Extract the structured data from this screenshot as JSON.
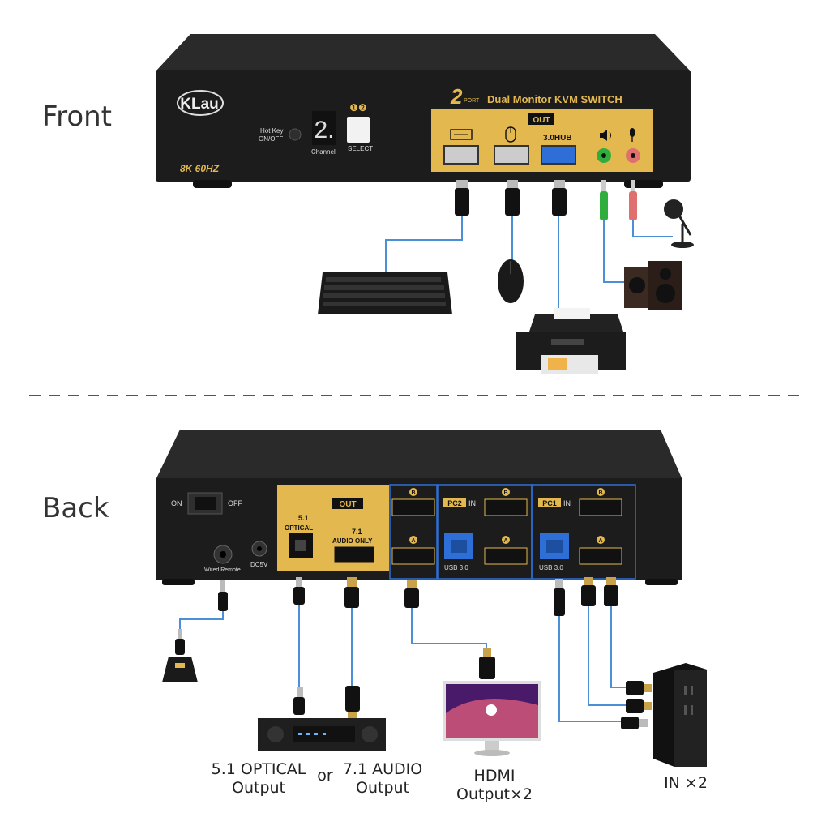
{
  "labels": {
    "front": "Front",
    "back": "Back"
  },
  "front_panel": {
    "brand": "KLau",
    "resolution": "8K 60HZ",
    "hotkey_line1": "Hot Key",
    "hotkey_line2": "ON/OFF",
    "channel_display": "2.",
    "channel_label": "Channel",
    "select_label": "SELECT",
    "select_numbers": "❶❷",
    "product_port_num": "2",
    "product_port": "PORT",
    "product_title": "Dual Monitor KVM SWITCH",
    "out_badge": "OUT",
    "hub_label": "3.0HUB"
  },
  "back_panel": {
    "power_on": "ON",
    "power_off": "OFF",
    "wired_remote": "Wired Remote",
    "dc": "DC5V",
    "out_badge": "OUT",
    "optical_num": "5.1",
    "optical_label": "OPTICAL",
    "audio_num": "7.1",
    "audio_label": "AUDIO ONLY",
    "pc2_badge": "PC2",
    "pc1_badge": "PC1",
    "in_label": "IN",
    "usb_label": "USB 3.0",
    "port_b": "B",
    "port_a": "A"
  },
  "captions": {
    "optical_line1": "5.1 OPTICAL",
    "optical_line2": "Output",
    "or": "or",
    "audio_line1": "7.1 AUDIO",
    "audio_line2": "Output",
    "hdmi_line1": "HDMI",
    "hdmi_line2": "Output×2",
    "in": "IN ×2"
  },
  "colors": {
    "gold": "#e3b84f",
    "device": "#1c1c1c",
    "cable": "#4a90d9"
  }
}
